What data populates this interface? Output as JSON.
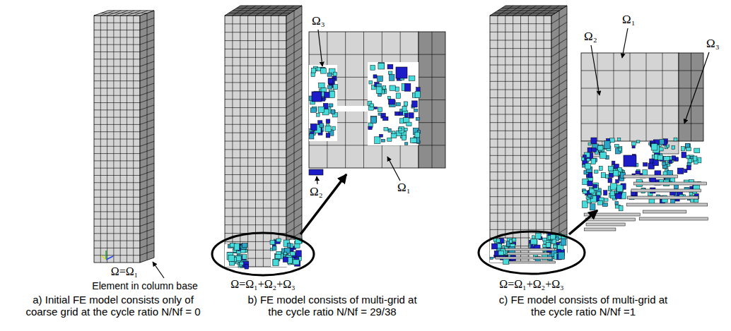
{
  "diagram": {
    "labels": [
      "Ω=Ω₁",
      "Element in column base",
      "a) Initial FE model consists only of coarse grid at the cycle ratio N/Nf = 0",
      "Ω₃",
      "Ω₂",
      "Ω₁",
      "Ω=Ω₁+Ω₂+Ω₃",
      "b) FE model consists of multi-grid at the cycle ratio N/Nf = 29/38",
      "Ω₁",
      "Ω₂",
      "Ω₃",
      "Ω=Ω₁+Ω₂+Ω₃",
      "c) FE model consists of multi-grid at the cycle ratio N/Nf =1"
    ]
  }
}
